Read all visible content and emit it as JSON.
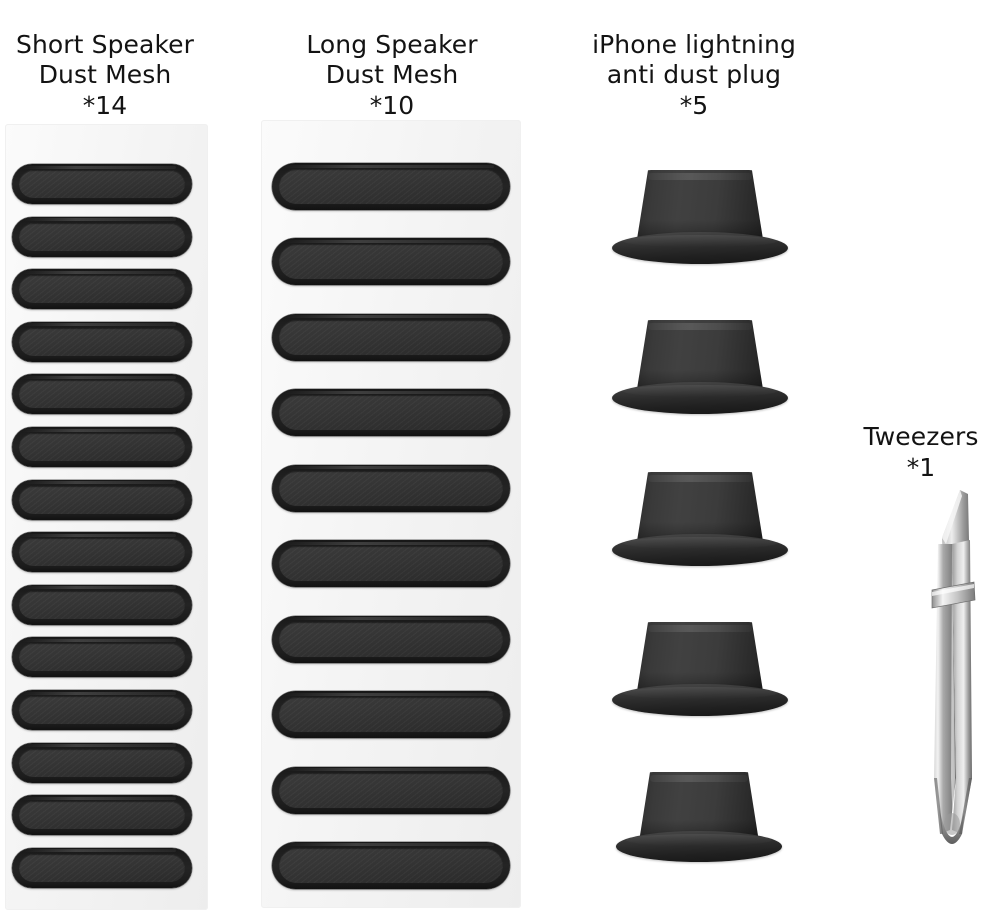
{
  "page": {
    "background_color": "#ffffff",
    "text_color": "#131313"
  },
  "columns": [
    {
      "id": "short-speaker-dust-mesh",
      "title": "Short Speaker\nDust Mesh",
      "quantity_label": "*14",
      "quantity": 14,
      "item_type": "mesh-strip",
      "piece_shape": "rounded-pill",
      "piece_color": "#2f2f2f",
      "rim_color": "#1a1a1a",
      "card_color": "#f4f4f4"
    },
    {
      "id": "long-speaker-dust-mesh",
      "title": "Long Speaker\nDust Mesh",
      "quantity_label": "*10",
      "quantity": 10,
      "item_type": "mesh-strip",
      "piece_shape": "rounded-pill",
      "piece_color": "#2f2f2f",
      "rim_color": "#1a1a1a",
      "card_color": "#f4f4f4"
    },
    {
      "id": "iphone-lightning-anti-dust-plug",
      "title": "iPhone lightning\nanti dust plug",
      "quantity_label": "*5",
      "quantity": 5,
      "item_type": "plug",
      "piece_shape": "top-hat",
      "piece_color": "#3a3a3a"
    },
    {
      "id": "tweezers",
      "title": "Tweezers",
      "quantity_label": "*1",
      "quantity": 1,
      "item_type": "tool",
      "piece_shape": "tapered-vertical",
      "piece_color": "#b9b9b9"
    }
  ]
}
